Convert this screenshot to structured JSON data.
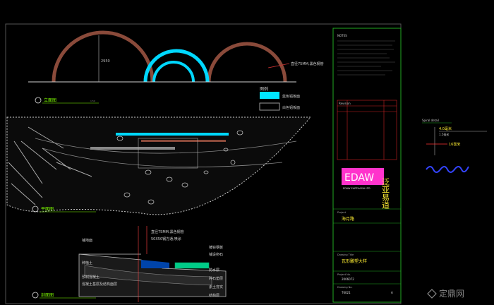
{
  "drawing": {
    "elevation_title": "立面图",
    "plan_title": "平面图",
    "section_title": "剖面图",
    "scale_note": "1:50",
    "elevation_dim_label": "2950",
    "arch_note": "直径75MM,黑色钢管",
    "legend_title": "图例",
    "legend_items": [
      {
        "label": "蓝色铝板面",
        "color": "#00e5ff"
      },
      {
        "label": "白色铝板面",
        "color": "#9a9a9a"
      }
    ],
    "section_labels_left": [
      "铺地面",
      "种植土",
      "预制混凝土",
      "混凝土基层及结构面层"
    ],
    "section_labels_right": [
      "直径75MM,黑色钢管",
      "50X50钢方通,喷涂",
      "镀锌钢板",
      "铺设卵石",
      "防水层",
      "碎石垫层",
      "素土夯实",
      "结构层"
    ]
  },
  "title_block": {
    "notes_header": "NOTES",
    "company_en": "EDAW",
    "company_sub": "EDAW EARTHASIA LTD",
    "company_cn": "泛亚易道",
    "project_label": "Project",
    "project_name": "海月路",
    "drawing_title_label": "Drawing Title",
    "drawing_title": "瓦形雕塑大样",
    "project_no_label": "Project No.",
    "project_no": "2006072",
    "drawing_no_label": "Drawing No.",
    "drawing_no": "T6021",
    "revision": "A",
    "revision_header": "Revision"
  },
  "side_detail": {
    "caption": "Spiral detail",
    "dim_1": "4.0毫米",
    "dim_1b": "1.5毫米",
    "dim_2": "16毫米"
  },
  "watermark": {
    "text": "定鼎网"
  }
}
